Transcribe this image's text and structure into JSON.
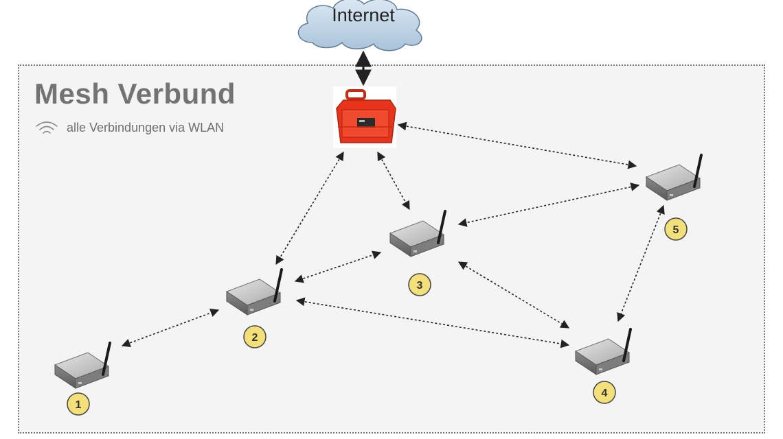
{
  "internet": {
    "label": "Internet"
  },
  "mesh": {
    "title": "Mesh Verbund",
    "subtitle": "alle Verbindungen via WLAN",
    "wifi_icon": "wifi-icon"
  },
  "nodes": [
    {
      "id": "1",
      "label": "1"
    },
    {
      "id": "2",
      "label": "2"
    },
    {
      "id": "3",
      "label": "3"
    },
    {
      "id": "4",
      "label": "4"
    },
    {
      "id": "5",
      "label": "5"
    }
  ],
  "gateway": {
    "icon": "red-case-router-icon",
    "color": "#e8341c"
  },
  "colors": {
    "badge_fill": "#f3e07a",
    "badge_stroke": "#444444",
    "cloud": "#bcd3e6"
  }
}
